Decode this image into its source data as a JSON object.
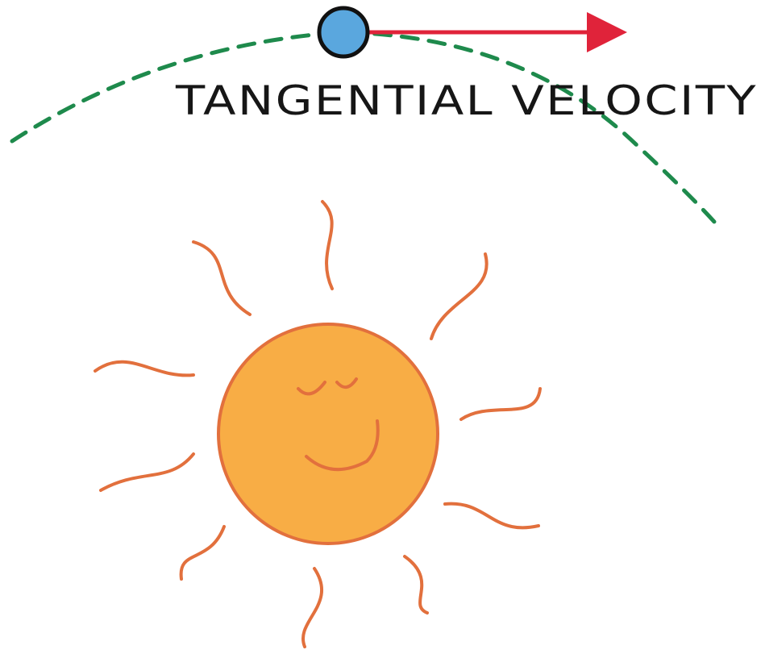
{
  "diagram": {
    "label": "TANGENTIAL VELOCITY",
    "colors": {
      "orbit": "#1e8a4c",
      "planet_fill": "#5aa7de",
      "planet_outline": "#111111",
      "arrow": "#e0233a",
      "sun_fill": "#f8ad45",
      "sun_outline": "#e2703d",
      "rays": "#e2703d",
      "face": "#e2703d",
      "label": "#161616"
    },
    "elements": [
      "orbit-path",
      "planet",
      "velocity-arrow",
      "sun",
      "sun-rays",
      "sun-face"
    ]
  }
}
